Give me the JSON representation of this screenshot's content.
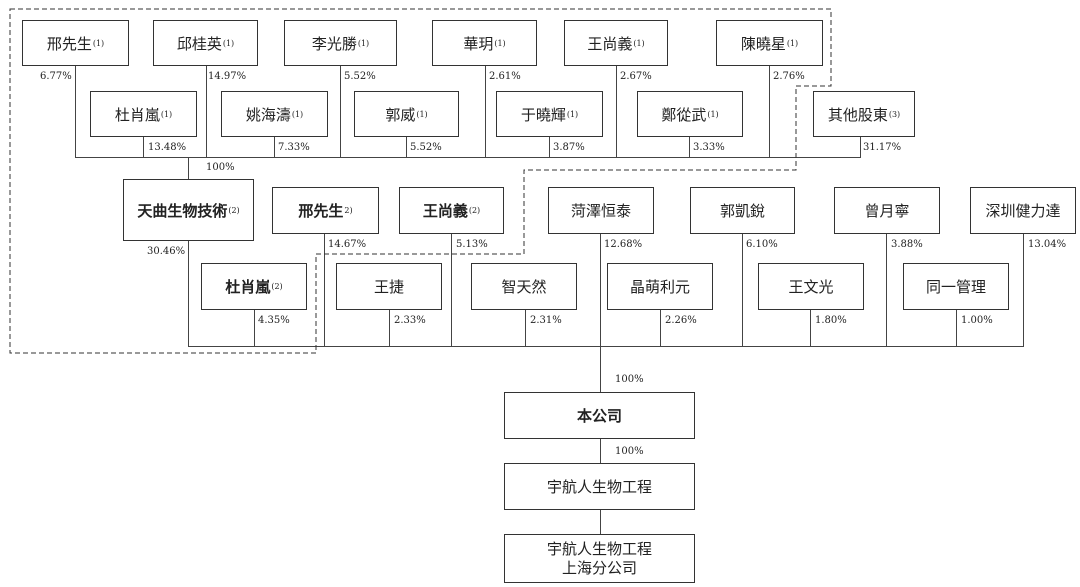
{
  "top_row": [
    {
      "name": "邢先生",
      "note": "(1)",
      "pct": "6.77%"
    },
    {
      "name": "邱桂英",
      "note": "(1)",
      "pct": "14.97%"
    },
    {
      "name": "李光勝",
      "note": "(1)",
      "pct": "5.52%"
    },
    {
      "name": "華玥",
      "note": "(1)",
      "pct": "2.61%"
    },
    {
      "name": "王尚義",
      "note": "(1)",
      "pct": "2.67%"
    },
    {
      "name": "陳曉星",
      "note": "(1)",
      "pct": "2.76%"
    }
  ],
  "second_row": [
    {
      "name": "杜肖嵐",
      "note": "(1)",
      "pct": "13.48%"
    },
    {
      "name": "姚海濤",
      "note": "(1)",
      "pct": "7.33%"
    },
    {
      "name": "郭威",
      "note": "(1)",
      "pct": "5.52%"
    },
    {
      "name": "于曉輝",
      "note": "(1)",
      "pct": "3.87%"
    },
    {
      "name": "鄭從武",
      "note": "(1)",
      "pct": "3.33%"
    },
    {
      "name": "其他股東",
      "note": "(3)",
      "pct": "31.17%"
    }
  ],
  "tianqu_ownership": "100%",
  "third_row": [
    {
      "name": "天曲生物技術",
      "note": "(2)",
      "pct": "30.46%"
    },
    {
      "name": "邢先生",
      "note": "2)",
      "pct": "14.67%"
    },
    {
      "name": "王尚義",
      "note": "(2)",
      "pct": "5.13%"
    },
    {
      "name": "菏澤恒泰",
      "note": "",
      "pct": "12.68%"
    },
    {
      "name": "郭凱銳",
      "note": "",
      "pct": "6.10%"
    },
    {
      "name": "曾月寧",
      "note": "",
      "pct": "3.88%"
    },
    {
      "name": "深圳健力達",
      "note": "",
      "pct": "13.04%"
    }
  ],
  "fourth_row": [
    {
      "name": "杜肖嵐",
      "note": "(2)",
      "pct": "4.35%"
    },
    {
      "name": "王捷",
      "note": "",
      "pct": "2.33%"
    },
    {
      "name": "智天然",
      "note": "",
      "pct": "2.31%"
    },
    {
      "name": "晶萌利元",
      "note": "",
      "pct": "2.26%"
    },
    {
      "name": "王文光",
      "note": "",
      "pct": "1.80%"
    },
    {
      "name": "同一管理",
      "note": "",
      "pct": "1.00%"
    }
  ],
  "company": {
    "name": "本公司",
    "pct_in": "100%"
  },
  "subsidiary": {
    "name": "宇航人生物工程",
    "pct_in": "100%"
  },
  "branch": {
    "line1": "宇航人生物工程",
    "line2": "上海分公司"
  }
}
